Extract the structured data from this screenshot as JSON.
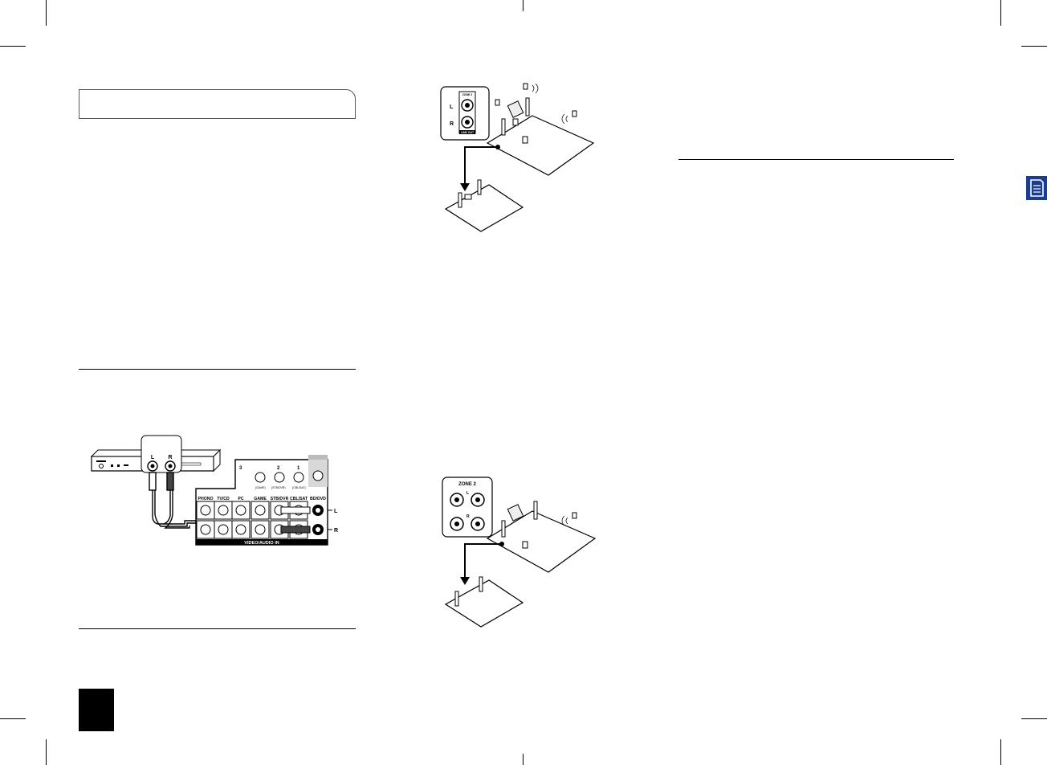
{
  "left_figure": {
    "player_jack_left": "L",
    "player_jack_right": "R",
    "panel_labels": [
      "PHONO",
      "TV/CD",
      "PC",
      "GAME",
      "STB/DVR",
      "CBL/SAT",
      "BD/DVD"
    ],
    "top_row_labels": [
      "3",
      "2",
      "1"
    ],
    "top_row_sublabels": [
      "(GAME)",
      "(STB/DVR)",
      "(CBL/SAT)"
    ],
    "video_audio_in": "VIDEO/AUDIO IN",
    "left_channel_tag": "L",
    "right_channel_tag": "R"
  },
  "top_right_figure": {
    "jack_label_l": "L",
    "jack_label_r": "R",
    "jack_header": "ZONE 2",
    "jack_footer": "LINE OUT"
  },
  "bottom_right_figure": {
    "terminal_header": "ZONE 2",
    "terminal_l": "L",
    "terminal_r": "R"
  },
  "colors": {
    "side_tab": "#1b3d8f",
    "ink": "#000000"
  }
}
